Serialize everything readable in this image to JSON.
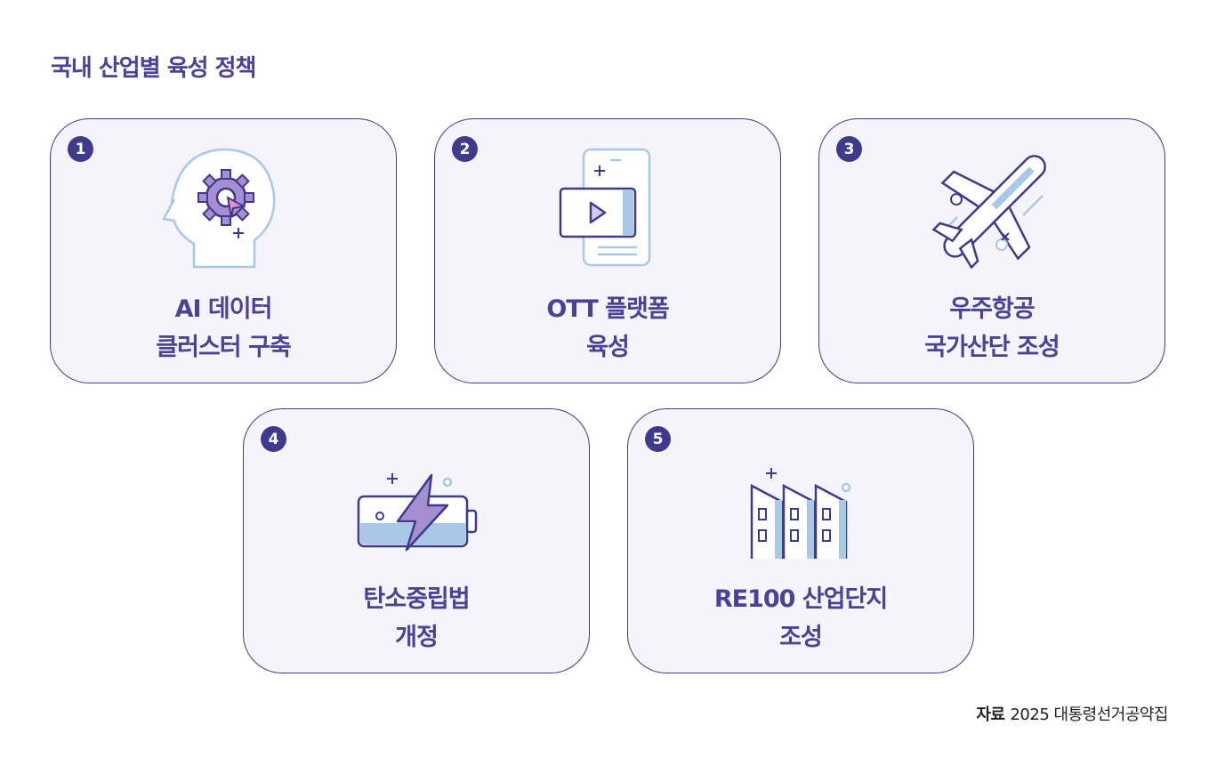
{
  "title": "국내 산업별 육성 정책",
  "cards": [
    {
      "number": "1",
      "line1": "AI 데이터",
      "line2": "클러스터 구축",
      "icon": "ai-head-gear-icon"
    },
    {
      "number": "2",
      "line1": "OTT 플랫폼",
      "line2": "육성",
      "icon": "ott-phone-video-icon"
    },
    {
      "number": "3",
      "line1": "우주항공",
      "line2": "국가산단 조성",
      "icon": "airplane-icon"
    },
    {
      "number": "4",
      "line1": "탄소중립법",
      "line2": "개정",
      "icon": "battery-lightning-icon"
    },
    {
      "number": "5",
      "line1": "RE100 산업단지",
      "line2": "조성",
      "icon": "buildings-icon"
    }
  ],
  "source": {
    "label": "자료",
    "text": "2025 대통령선거공약집"
  },
  "colors": {
    "primary": "#3f3a8c",
    "card_bg": "#f4f4fa",
    "light_blue": "#a9c8e8",
    "purple": "#a68fd0",
    "pink": "#e98fc7"
  }
}
